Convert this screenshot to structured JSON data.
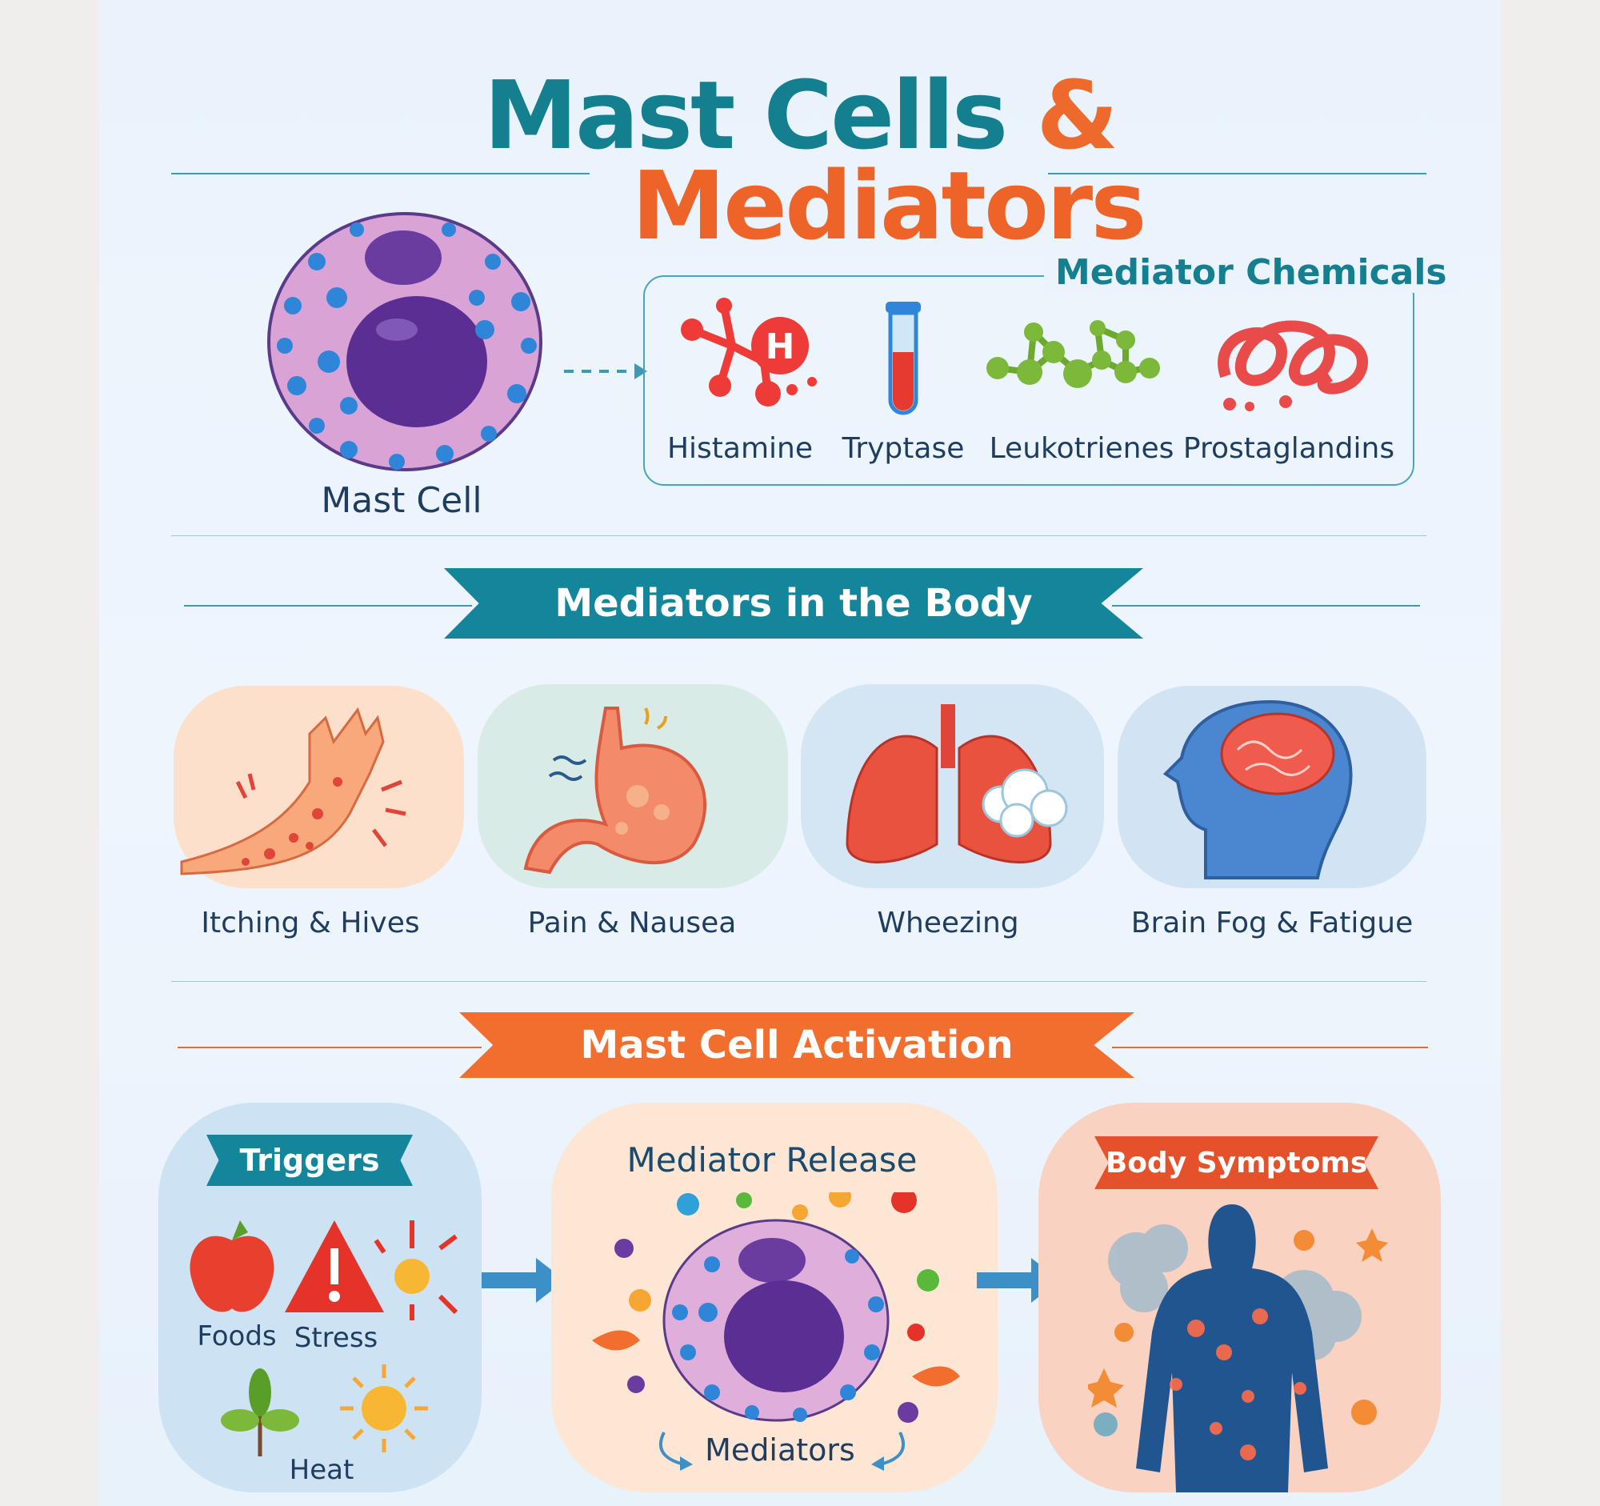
{
  "title": {
    "line1": "Mast Cells",
    "amp": "&",
    "line2": "Mediators"
  },
  "mast_cell": {
    "label": "Mast Cell"
  },
  "chemicals": {
    "heading": "Mediator Chemicals",
    "items": [
      {
        "label": "Histamine",
        "icon": "histamine-molecule-icon",
        "badge": "H"
      },
      {
        "label": "Tryptase",
        "icon": "test-tube-icon"
      },
      {
        "label": "Leukotrienes",
        "icon": "molecule-chain-icon"
      },
      {
        "label": "Prostaglandins",
        "icon": "prostaglandin-coil-icon"
      }
    ]
  },
  "body_section": {
    "heading": "Mediators in the Body",
    "cards": [
      {
        "label": "Itching & Hives",
        "icon": "itchy-arm-icon"
      },
      {
        "label": "Pain & Nausea",
        "icon": "stomach-icon"
      },
      {
        "label": "Wheezing",
        "icon": "lungs-icon"
      },
      {
        "label": "Brain Fog & Fatigue",
        "icon": "brain-head-icon"
      }
    ]
  },
  "activation": {
    "heading": "Mast Cell Activation",
    "triggers": {
      "heading": "Triggers",
      "items": [
        "Foods",
        "Stress",
        "Heat"
      ]
    },
    "release": {
      "heading": "Mediator Release",
      "caption": "Mediators"
    },
    "symptoms": {
      "heading": "Body Symptoms"
    }
  },
  "colors": {
    "teal": "#147f8e",
    "orange": "#ee6428",
    "navy": "#1f3d5e"
  }
}
